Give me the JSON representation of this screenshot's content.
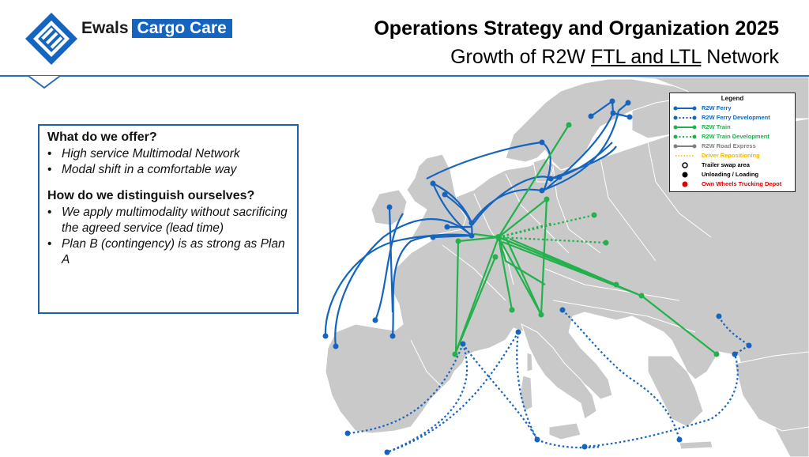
{
  "header": {
    "brand_part1": "Ewals",
    "brand_part2": "Cargo Care",
    "title_line1": "Operations Strategy and Organization 2025",
    "title_pre": "Growth of R2W ",
    "title_underlined": "FTL and LTL",
    "title_post": " Network"
  },
  "offer_box": {
    "heading1": "What do we offer?",
    "list1": [
      "High service Multimodal Network",
      "Modal shift in a comfortable way"
    ],
    "heading2": "How do we distinguish ourselves?",
    "list2": [
      "We apply multimodality without sacrificing the agreed service (lead time)",
      "Plan B (contingency) is as strong as Plan A"
    ]
  },
  "legend": {
    "title": "Legend",
    "items": [
      {
        "label": "R2W Ferry",
        "color": "#1565c0",
        "style": "solid"
      },
      {
        "label": "R2W Ferry Development",
        "color": "#1565c0",
        "style": "dotted"
      },
      {
        "label": "R2W Train",
        "color": "#22b14c",
        "style": "solid"
      },
      {
        "label": "R2W Train Development",
        "color": "#22b14c",
        "style": "dotted"
      },
      {
        "label": "R2W Road Express",
        "color": "#808080",
        "style": "solid"
      },
      {
        "label": "Driver Repositioning",
        "color": "#f5b800",
        "style": "dotted"
      },
      {
        "label": "Trailer swap area",
        "color": "#000000",
        "style": "ring"
      },
      {
        "label": "Unloading / Loading",
        "color": "#000000",
        "style": "dot"
      },
      {
        "label": "Own Wheels Trucking Depot",
        "color": "#e00000",
        "style": "dot"
      }
    ]
  },
  "colors": {
    "ferry": "#1565c0",
    "train": "#22b14c",
    "land": "#c9c9c9",
    "sea": "#ffffff",
    "brand": "#1565c0"
  }
}
